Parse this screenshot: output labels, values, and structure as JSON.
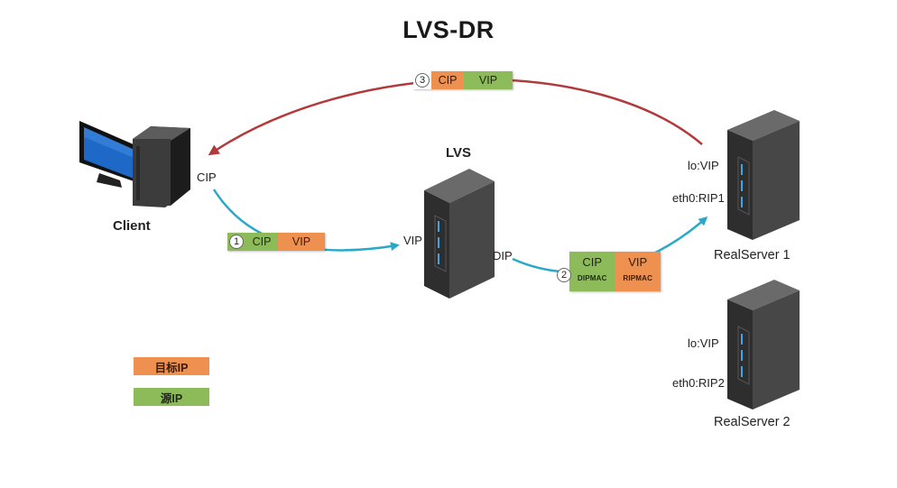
{
  "title": "LVS-DR",
  "client": {
    "label": "Client",
    "cip_label": "CIP"
  },
  "lvs": {
    "label": "LVS",
    "vip_label": "VIP",
    "dip_label": "DIP"
  },
  "realserver1": {
    "label": "RealServer 1",
    "lo_label": "lo:VIP",
    "eth_label": "eth0:RIP1"
  },
  "realserver2": {
    "label": "RealServer 2",
    "lo_label": "lo:VIP",
    "eth_label": "eth0:RIP2"
  },
  "packet1": {
    "step": "1",
    "src": "CIP",
    "dst": "VIP"
  },
  "packet2": {
    "step": "2",
    "src": "CIP",
    "dst": "VIP",
    "src_mac": "DIPMAC",
    "dst_mac": "RIPMAC"
  },
  "packet3": {
    "step": "3",
    "src": "CIP",
    "dst": "VIP"
  },
  "legend": [
    {
      "label": "目标IP",
      "color": "#ee9150"
    },
    {
      "label": "源IP",
      "color": "#8dbb5a"
    }
  ],
  "colors": {
    "request_arrow": "#2aa8c8",
    "response_arrow": "#b23a3a"
  }
}
